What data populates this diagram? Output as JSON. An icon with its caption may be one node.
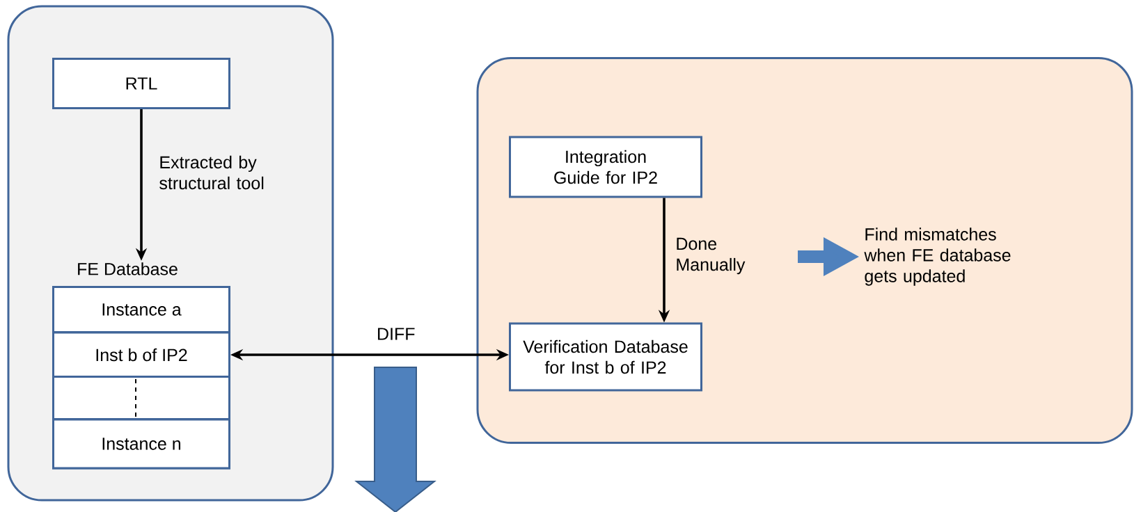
{
  "diagram": {
    "nodes": [
      {
        "text": [],
        "shape": "box"
      },
      {
        "text": [
          "RTL"
        ],
        "in": 0
      },
      {
        "text": [
          "FE Database"
        ],
        "in": 0
      },
      {
        "text": [
          "Instance a"
        ],
        "in": 2
      },
      {
        "text": [
          "Inst b of IP2"
        ],
        "in": 2
      },
      {
        "text": [],
        "shape": "box",
        "in": 2
      },
      {
        "text": [
          "Instance n"
        ],
        "in": 2
      },
      {
        "text": [],
        "shape": "box"
      },
      {
        "text": [
          "Integration Guide for IP2"
        ],
        "in": 7
      },
      {
        "text": [
          "Verification Database for Inst b of IP2"
        ],
        "in": 7
      },
      {
        "text": [
          "Find mismatches when FE database gets updated"
        ],
        "in": 7
      }
    ],
    "edges": [
      {
        "from": 1,
        "to": 2,
        "arrow": "to",
        "label": "Extracted by structural tool"
      },
      {
        "from": 4,
        "to": 9,
        "arrow": "both",
        "label": "DIFF"
      },
      {
        "from": 8,
        "to": 9,
        "arrow": "to",
        "label": "Done Manually"
      },
      {
        "from": null,
        "to": 10,
        "arrow": "to",
        "style": "thick",
        "color": "#4f81bd"
      }
    ]
  }
}
